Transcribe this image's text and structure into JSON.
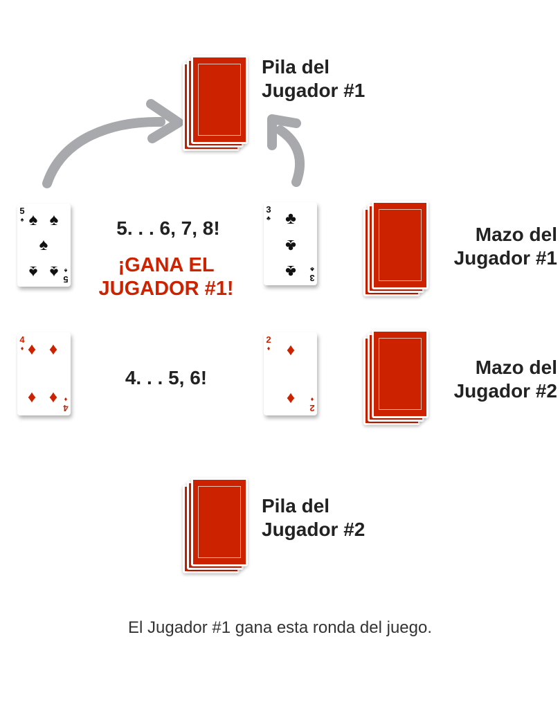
{
  "colors": {
    "card_back": "#cc2200",
    "arrow": "#a7a9ac",
    "win_text": "#cc2200"
  },
  "pile1": {
    "line1": "Pila del",
    "line2": "Jugador #1"
  },
  "pile2": {
    "line1": "Pila del",
    "line2": "Jugador #2"
  },
  "deck1": {
    "line1": "Mazo del",
    "line2": "Jugador #1"
  },
  "deck2": {
    "line1": "Mazo del",
    "line2": "Jugador #2"
  },
  "row1": {
    "count": "5. . . 6, 7, 8!",
    "win1": "¡GANA EL",
    "win2": "JUGADOR #1!",
    "left_card": {
      "rank": "5",
      "suit": "♠"
    },
    "right_card": {
      "rank": "3",
      "suit": "♣"
    }
  },
  "row2": {
    "count": "4. . . 5, 6!",
    "left_card": {
      "rank": "4",
      "suit": "♦"
    },
    "right_card": {
      "rank": "2",
      "suit": "♦"
    }
  },
  "caption": "El Jugador #1 gana esta ronda del juego."
}
